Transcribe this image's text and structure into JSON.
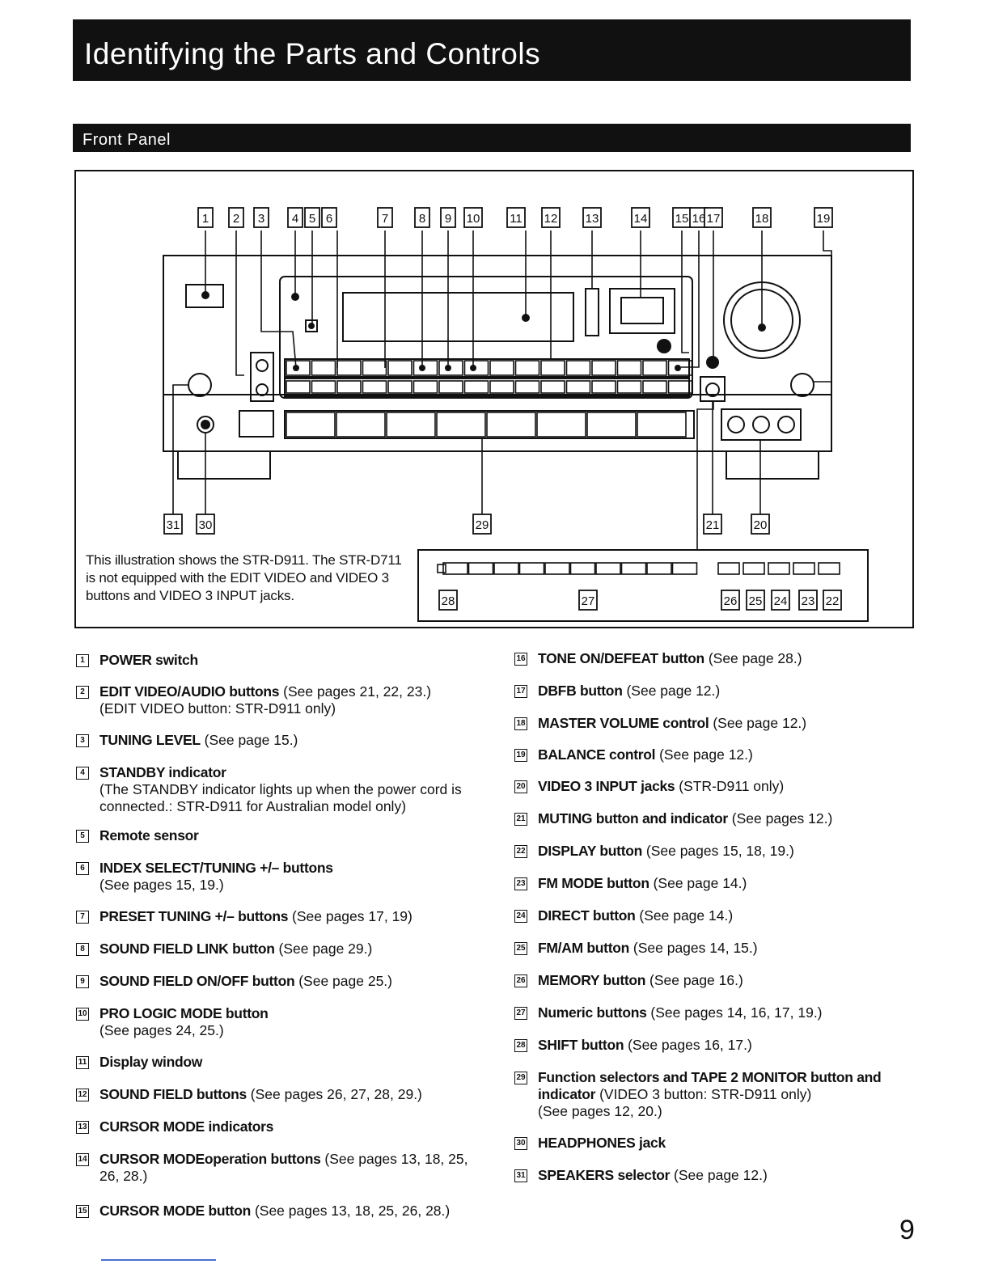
{
  "page_title": "Identifying the Parts and Controls",
  "section_title": "Front Panel",
  "caption": "This illustration shows the STR-D911. The STR-D711 is not equipped with the EDIT VIDEO and VIDEO 3 buttons and VIDEO 3 INPUT jacks.",
  "callouts_top": [
    "1",
    "2",
    "3",
    "4",
    "5",
    "6",
    "7",
    "8",
    "9",
    "10",
    "11",
    "12",
    "13",
    "14",
    "15",
    "16",
    "17",
    "18",
    "19"
  ],
  "callouts_bottom": [
    "31",
    "30",
    "29",
    "21",
    "20"
  ],
  "callouts_inset": [
    "28",
    "27",
    "26",
    "25",
    "24",
    "23",
    "22"
  ],
  "left_items": [
    {
      "num": "1",
      "label": "POWER switch",
      "ref": "",
      "sub": ""
    },
    {
      "num": "2",
      "label": "EDIT VIDEO/AUDIO buttons",
      "ref": "(See pages 21, 22, 23.)",
      "sub": "(EDIT VIDEO button: STR-D911 only)"
    },
    {
      "num": "3",
      "label": "TUNING LEVEL",
      "ref": "(See page 15.)",
      "sub": ""
    },
    {
      "num": "4",
      "label": "STANDBY indicator",
      "ref": "",
      "sub": "(The STANDBY indicator lights up when the power cord is connected.: STR-D911 for Australian model only)"
    },
    {
      "num": "5",
      "label": "Remote sensor",
      "ref": "",
      "sub": ""
    },
    {
      "num": "6",
      "label": "INDEX SELECT/TUNING +/– buttons",
      "ref": "",
      "sub": "(See pages 15, 19.)"
    },
    {
      "num": "7",
      "label": "PRESET TUNING +/– buttons",
      "ref": "(See pages 17, 19)",
      "sub": ""
    },
    {
      "num": "8",
      "label": "SOUND FIELD LINK button",
      "ref": "(See page 29.)",
      "sub": ""
    },
    {
      "num": "9",
      "label": "SOUND FIELD ON/OFF button",
      "ref": "(See page 25.)",
      "sub": ""
    },
    {
      "num": "10",
      "label": "PRO LOGIC MODE button",
      "ref": "",
      "sub": "(See pages 24, 25.)"
    },
    {
      "num": "11",
      "label": "Display window",
      "ref": "",
      "sub": ""
    },
    {
      "num": "12",
      "label": "SOUND FIELD buttons",
      "ref": "(See pages 26, 27, 28, 29.)",
      "sub": ""
    },
    {
      "num": "13",
      "label": "CURSOR MODE indicators",
      "ref": "",
      "sub": ""
    },
    {
      "num": "14",
      "label": "CURSOR MODEoperation buttons",
      "ref": "(See pages 13, 18, 25, 26, 28.)",
      "sub": ""
    },
    {
      "num": "15",
      "label": "CURSOR MODE button",
      "ref": "(See pages 13, 18, 25, 26, 28.)",
      "sub": ""
    }
  ],
  "right_items": [
    {
      "num": "16",
      "label": "TONE ON/DEFEAT button",
      "ref": "(See page 28.)",
      "sub": ""
    },
    {
      "num": "17",
      "label": "DBFB button",
      "ref": "(See page 12.)",
      "sub": ""
    },
    {
      "num": "18",
      "label": "MASTER VOLUME control",
      "ref": "(See page 12.)",
      "sub": ""
    },
    {
      "num": "19",
      "label": "BALANCE control",
      "ref": "(See page 12.)",
      "sub": ""
    },
    {
      "num": "20",
      "label": "VIDEO 3 INPUT jacks",
      "ref": "(STR-D911 only)",
      "sub": ""
    },
    {
      "num": "21",
      "label": "MUTING button and indicator",
      "ref": "(See pages 12.)",
      "sub": ""
    },
    {
      "num": "22",
      "label": "DISPLAY button",
      "ref": "(See pages 15, 18, 19.)",
      "sub": ""
    },
    {
      "num": "23",
      "label": "FM MODE button",
      "ref": "(See page 14.)",
      "sub": ""
    },
    {
      "num": "24",
      "label": "DIRECT button",
      "ref": "(See page 14.)",
      "sub": ""
    },
    {
      "num": "25",
      "label": "FM/AM button",
      "ref": "(See pages 14, 15.)",
      "sub": ""
    },
    {
      "num": "26",
      "label": "MEMORY button",
      "ref": "(See page 16.)",
      "sub": ""
    },
    {
      "num": "27",
      "label": "Numeric buttons",
      "ref": "(See pages 14, 16, 17, 19.)",
      "sub": ""
    },
    {
      "num": "28",
      "label": "SHIFT button",
      "ref": "(See pages 16, 17.)",
      "sub": ""
    },
    {
      "num": "29",
      "label": "Function selectors and TAPE 2 MONITOR button and indicator",
      "ref": "(VIDEO 3 button: STR-D911 only)",
      "sub": "(See pages 12, 20.)"
    },
    {
      "num": "30",
      "label": "HEADPHONES jack",
      "ref": "",
      "sub": ""
    },
    {
      "num": "31",
      "label": "SPEAKERS selector",
      "ref": "(See page 12.)",
      "sub": ""
    }
  ],
  "page_number": "9"
}
